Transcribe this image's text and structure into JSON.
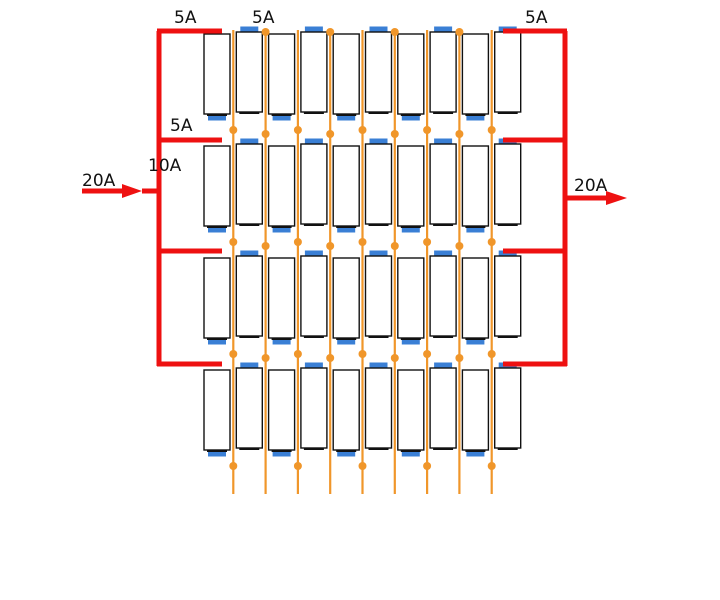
{
  "labels": {
    "top_left_branch": "5A",
    "top_middle": "5A",
    "top_right": "5A",
    "left_branch": "5A",
    "bus_current": "10A",
    "input_current": "20A",
    "output_current": "20A"
  },
  "grid": {
    "rows": 4,
    "columns": 10
  },
  "colors": {
    "bus": "#ee1111",
    "cell_outline": "#111111",
    "terminal": "#3a7fd5",
    "probe_wire": "#f0962a"
  }
}
